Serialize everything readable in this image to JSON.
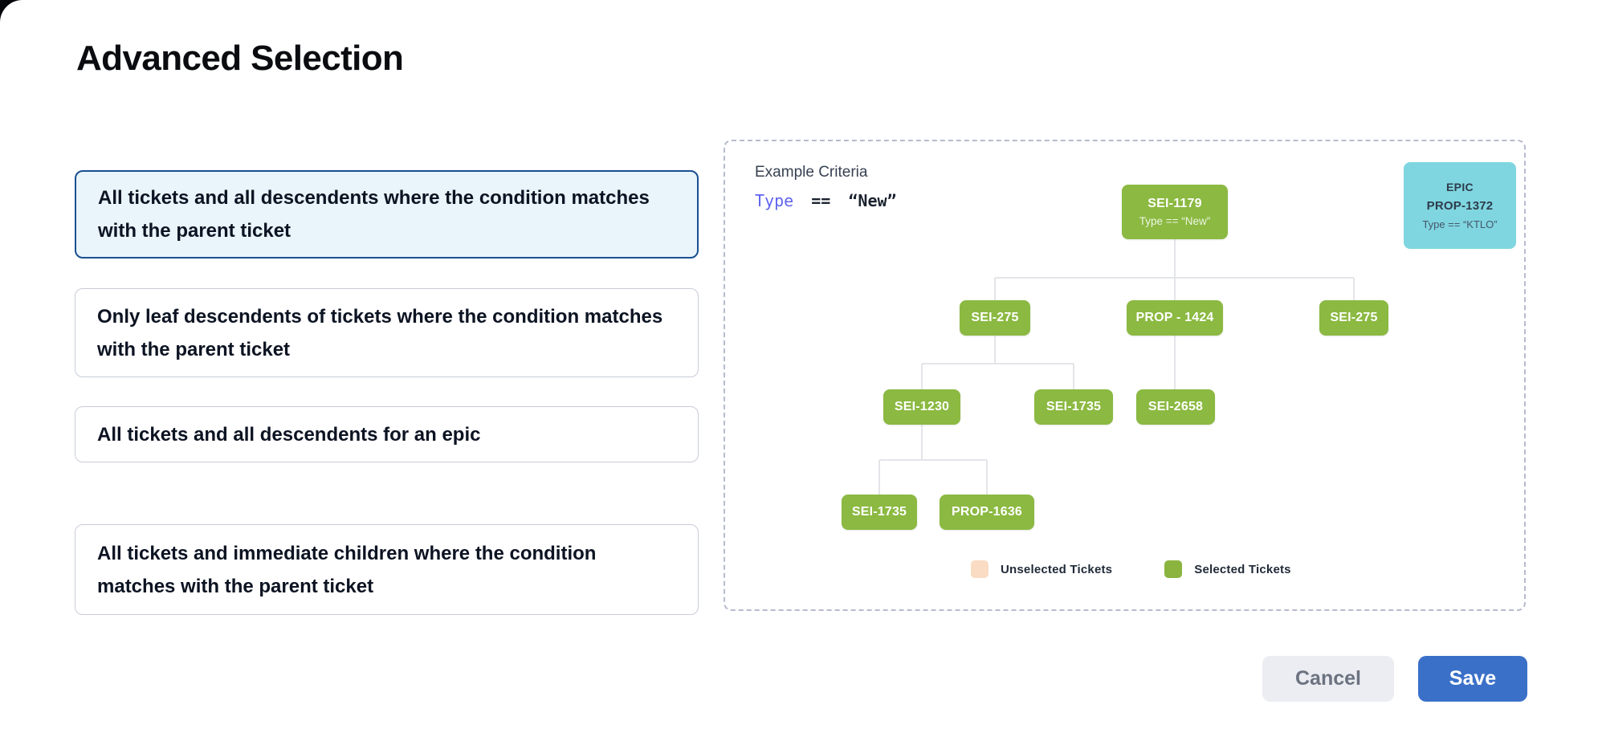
{
  "page": {
    "title": "Advanced Selection"
  },
  "options": [
    {
      "label": "All tickets and all descendents where the condition matches with the parent ticket",
      "selected": true
    },
    {
      "label": "Only leaf descendents of tickets where the condition matches with the parent ticket",
      "selected": false
    },
    {
      "label": "All tickets and all descendents for an epic",
      "selected": false
    },
    {
      "label": "All tickets and immediate children where the condition matches with the parent ticket",
      "selected": false
    }
  ],
  "example": {
    "heading": "Example Criteria",
    "criteria": {
      "field": "Type",
      "operator": "==",
      "value": "“New”"
    }
  },
  "epic_card": {
    "type_label": "EPIC",
    "id": "PROP-1372",
    "condition": "Type == “KTLO”"
  },
  "tree": {
    "root": {
      "id": "SEI-1179",
      "condition": "Type == “New”"
    },
    "level2": [
      {
        "id": "SEI-275"
      },
      {
        "id": "PROP - 1424"
      },
      {
        "id": "SEI-275"
      }
    ],
    "level3": [
      {
        "id": "SEI-1230"
      },
      {
        "id": "SEI-1735"
      },
      {
        "id": "SEI-2658"
      }
    ],
    "level4": [
      {
        "id": "SEI-1735"
      },
      {
        "id": "PROP-1636"
      }
    ]
  },
  "legend": [
    {
      "label": "Unselected Tickets",
      "color": "#f9dcc3"
    },
    {
      "label": "Selected Tickets",
      "color": "#8ab43e"
    }
  ],
  "actions": {
    "cancel_label": "Cancel",
    "save_label": "Save"
  },
  "colors": {
    "selected_node": "#8bb941",
    "epic_node": "#7fd6e0",
    "unselected_swatch": "#f9dcc3",
    "selected_card_border": "#1a4f90",
    "selected_card_bg": "#e9f4fb",
    "save_button": "#3a70c8",
    "criteria_field": "#6064ee",
    "connector": "#e4e5e9"
  }
}
